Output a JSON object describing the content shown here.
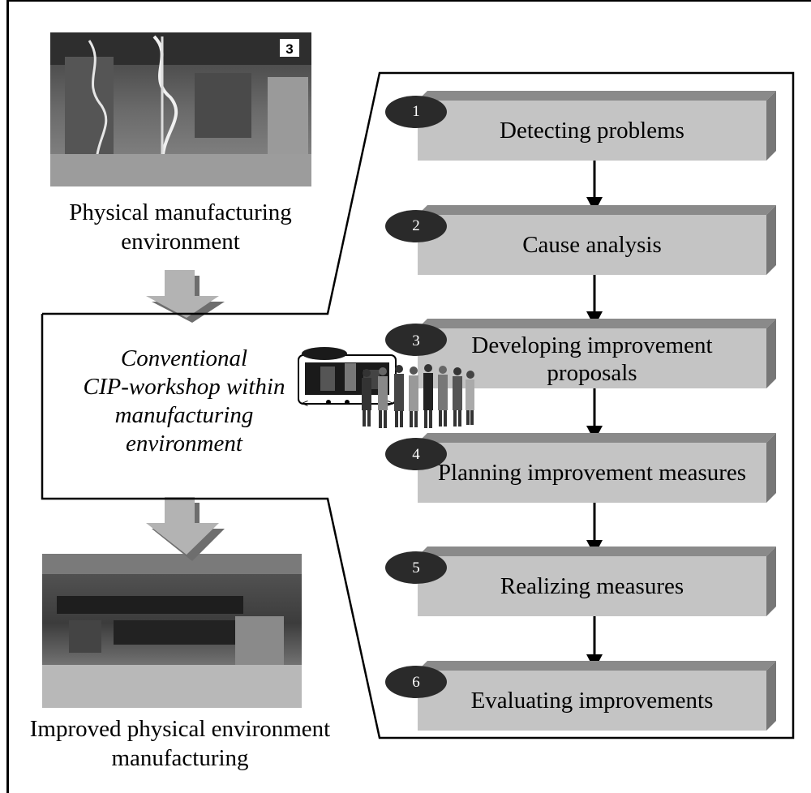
{
  "left": {
    "top_caption_line1": "Physical manufacturing",
    "top_caption_line2": "environment",
    "workshop_line1": "Conventional",
    "workshop_line2": "CIP-workshop within",
    "workshop_line3": "manufacturing",
    "workshop_line4": "environment",
    "bottom_caption_line1": "Improved physical environment",
    "bottom_caption_line2": "manufacturing"
  },
  "steps": [
    {
      "number": "1",
      "label": "Detecting problems"
    },
    {
      "number": "2",
      "label": "Cause analysis"
    },
    {
      "number": "3",
      "label": "Developing improvement proposals"
    },
    {
      "number": "4",
      "label": "Planning improvement measures"
    },
    {
      "number": "5",
      "label": "Realizing measures"
    },
    {
      "number": "6",
      "label": "Evaluating improvements"
    }
  ],
  "colors": {
    "box_face": "#c4c4c4",
    "box_top": "#8a8a8a",
    "box_side": "#777777",
    "badge": "#2a2a2a",
    "arrow_grey": "#b3b3b3",
    "arrow_shadow": "#6e6e6e"
  }
}
